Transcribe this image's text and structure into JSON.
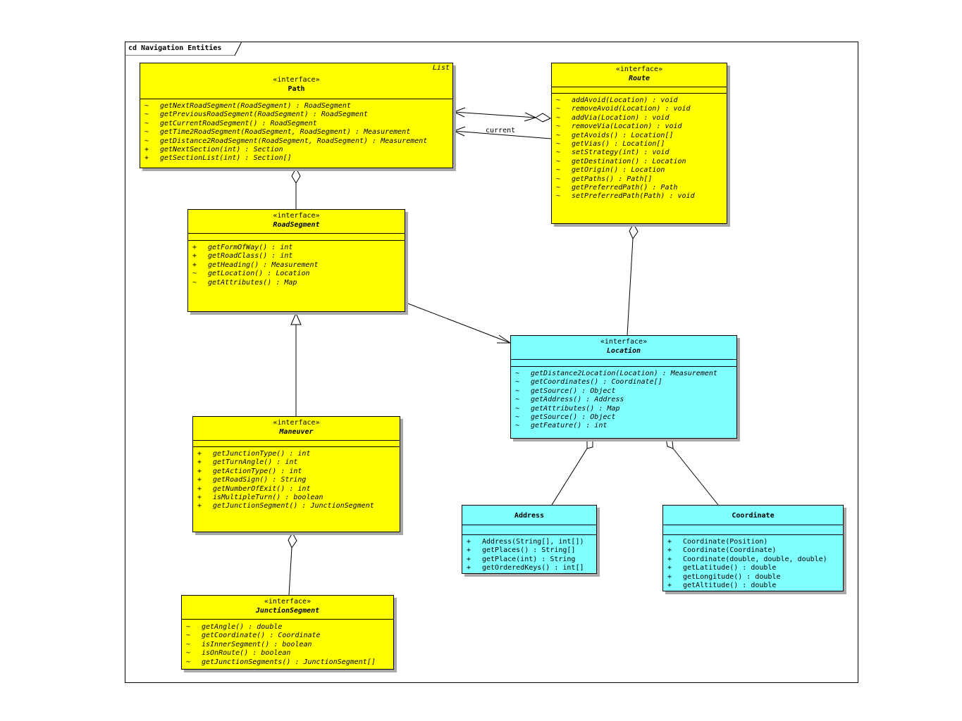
{
  "frame": {
    "title": "cd Navigation Entities"
  },
  "associations": {
    "path_route": "current"
  },
  "classes": {
    "path": {
      "stereotype": "«interface»",
      "name": "Path",
      "template": "List",
      "ops": [
        {
          "v": "~",
          "s": "getNextRoadSegment(RoadSegment) : RoadSegment"
        },
        {
          "v": "~",
          "s": "getPreviousRoadSegment(RoadSegment) : RoadSegment"
        },
        {
          "v": "~",
          "s": "getCurrentRoadSegment() : RoadSegment"
        },
        {
          "v": "~",
          "s": "getTime2RoadSegment(RoadSegment, RoadSegment) : Measurement"
        },
        {
          "v": "~",
          "s": "getDistance2RoadSegment(RoadSegment, RoadSegment) : Measurement"
        },
        {
          "v": "+",
          "s": "getNextSection(int) : Section"
        },
        {
          "v": "+",
          "s": "getSectionList(int) : Section[]"
        }
      ]
    },
    "route": {
      "stereotype": "«interface»",
      "name": "Route",
      "ops": [
        {
          "v": "~",
          "s": "addAvoid(Location) : void"
        },
        {
          "v": "~",
          "s": "removeAvoid(Location) : void"
        },
        {
          "v": "~",
          "s": "addVia(Location) : void"
        },
        {
          "v": "~",
          "s": "removeVia(Location) : void"
        },
        {
          "v": "~",
          "s": "getAvoids() : Location[]"
        },
        {
          "v": "~",
          "s": "getVias() : Location[]"
        },
        {
          "v": "~",
          "s": "setStrategy(int) : void"
        },
        {
          "v": "~",
          "s": "getDestination() : Location"
        },
        {
          "v": "~",
          "s": "getOrigin() : Location"
        },
        {
          "v": "~",
          "s": "getPaths() : Path[]"
        },
        {
          "v": "~",
          "s": "getPreferredPath() : Path"
        },
        {
          "v": "~",
          "s": "setPreferredPath(Path) : void"
        }
      ]
    },
    "roadsegment": {
      "stereotype": "«interface»",
      "name": "RoadSegment",
      "ops": [
        {
          "v": "+",
          "s": "getFormOfWay() : int"
        },
        {
          "v": "+",
          "s": "getRoadClass() : int"
        },
        {
          "v": "+",
          "s": "getHeading() : Measurement"
        },
        {
          "v": "~",
          "s": "getLocation() : Location"
        },
        {
          "v": "~",
          "s": "getAttributes() : Map"
        }
      ]
    },
    "location": {
      "stereotype": "«interface»",
      "name": "Location",
      "ops": [
        {
          "v": "~",
          "s": "getDistance2Location(Location) : Measurement"
        },
        {
          "v": "~",
          "s": "getCoordinates() : Coordinate[]"
        },
        {
          "v": "~",
          "s": "getSource() : Object"
        },
        {
          "v": "~",
          "s": "getAddress() : Address"
        },
        {
          "v": "~",
          "s": "getAttributes() : Map"
        },
        {
          "v": "~",
          "s": "getSource() : Object"
        },
        {
          "v": "~",
          "s": "getFeature() : int"
        }
      ]
    },
    "maneuver": {
      "stereotype": "«interface»",
      "name": "Maneuver",
      "ops": [
        {
          "v": "+",
          "s": "getJunctionType() : int"
        },
        {
          "v": "+",
          "s": "getTurnAngle() : int"
        },
        {
          "v": "+",
          "s": "getActionType() : int"
        },
        {
          "v": "+",
          "s": "getRoadSign() : String"
        },
        {
          "v": "+",
          "s": "getNumberOfExit() : int"
        },
        {
          "v": "+",
          "s": "isMultipleTurn() : boolean"
        },
        {
          "v": "+",
          "s": "getJunctionSegment() : JunctionSegment"
        }
      ]
    },
    "address": {
      "name": "Address",
      "ops": [
        {
          "v": "+",
          "s": "Address(String[], int[])"
        },
        {
          "v": "+",
          "s": "getPlaces() : String[]"
        },
        {
          "v": "+",
          "s": "getPlace(int) : String"
        },
        {
          "v": "+",
          "s": "getOrderedKeys() : int[]"
        }
      ]
    },
    "coordinate": {
      "name": "Coordinate",
      "ops": [
        {
          "v": "+",
          "s": "Coordinate(Position)"
        },
        {
          "v": "+",
          "s": "Coordinate(Coordinate)"
        },
        {
          "v": "+",
          "s": "Coordinate(double, double, double)"
        },
        {
          "v": "+",
          "s": "getLatitude() : double"
        },
        {
          "v": "+",
          "s": "getLongitude() : double"
        },
        {
          "v": "+",
          "s": "getAltitude() : double"
        }
      ]
    },
    "junctionsegment": {
      "stereotype": "«interface»",
      "name": "JunctionSegment",
      "ops": [
        {
          "v": "~",
          "s": "getAngle() : double"
        },
        {
          "v": "~",
          "s": "getCoordinate() : Coordinate"
        },
        {
          "v": "~",
          "s": "isInnerSegment() : boolean"
        },
        {
          "v": "~",
          "s": "isOnRoute() : boolean"
        },
        {
          "v": "~",
          "s": "getJunctionSegments() : JunctionSegment[]"
        }
      ]
    }
  }
}
